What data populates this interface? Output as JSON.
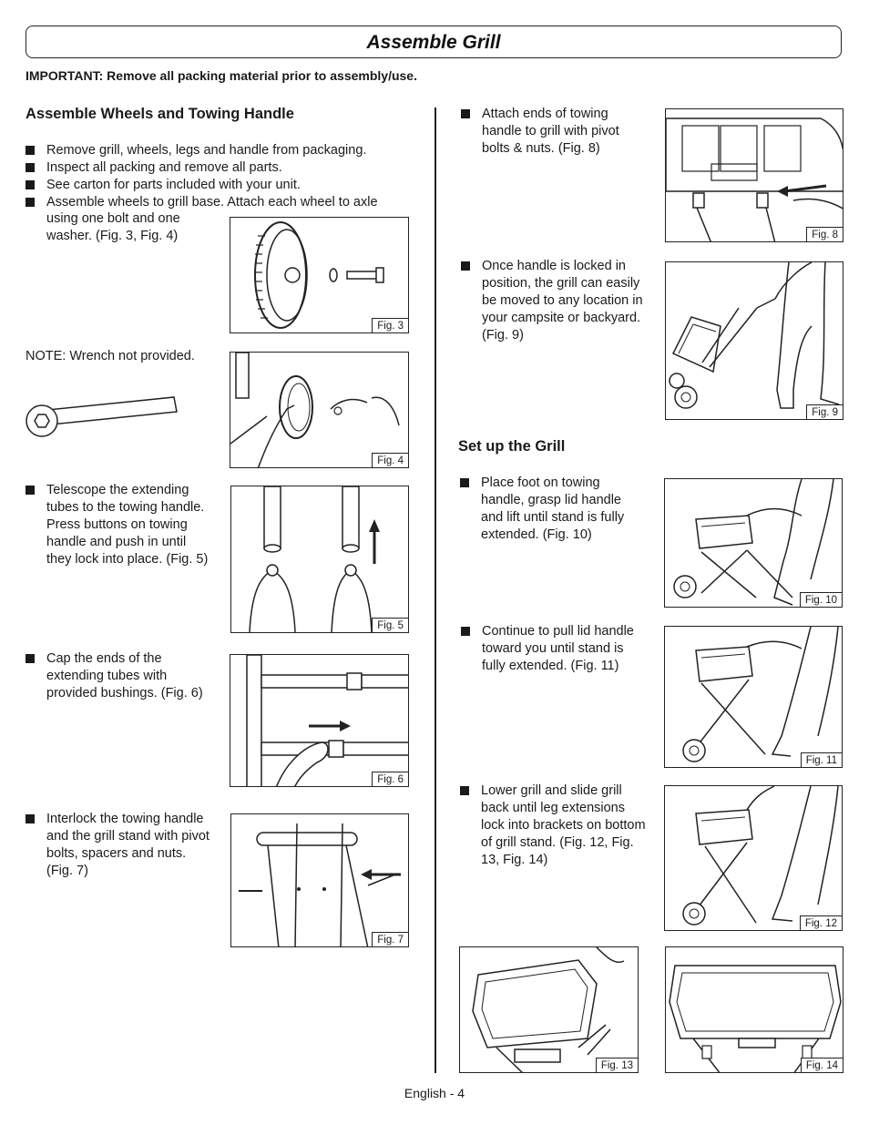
{
  "page": {
    "title": "Assemble Grill",
    "important": "IMPORTANT: Remove all packing material prior to assembly/use.",
    "footer": "English - 4"
  },
  "left": {
    "heading": "Assemble Wheels and Towing Handle",
    "bullets": [
      "Remove grill, wheels, legs and handle from packaging.",
      "Inspect all packing and remove all parts.",
      "See carton for parts included with your unit.",
      "Assemble wheels to grill base. Attach each wheel to axle"
    ],
    "bullet4_cont": "using one bolt and one washer. (Fig. 3, Fig. 4)",
    "note": "NOTE: Wrench not provided.",
    "step_telescope": "Telescope the extending tubes to the towing handle. Press buttons on towing handle and push in until they lock into place. (Fig. 5)",
    "step_cap": "Cap the ends of the extending tubes with provided bushings. (Fig. 6)",
    "step_interlock": "Interlock the towing handle and the grill stand with pivot bolts, spacers and nuts. (Fig. 7)"
  },
  "right": {
    "step_attach": "Attach ends of towing handle to grill with pivot bolts & nuts. (Fig. 8)",
    "step_locked": "Once handle is locked in position, the grill can easily be moved to any location in your campsite or backyard. (Fig. 9)",
    "heading": "Set up the Grill",
    "step_foot": "Place foot on towing handle, grasp lid handle and lift until stand is fully extended. (Fig. 10)",
    "step_pull": "Continue to pull lid handle toward you until stand is fully extended. (Fig. 11)",
    "step_lower": "Lower grill and slide grill back until leg extensions lock into brackets on bottom of grill stand. (Fig. 12, Fig. 13, Fig. 14)"
  },
  "figures": {
    "fig3": "Fig. 3",
    "fig4": "Fig. 4",
    "fig5": "Fig. 5",
    "fig6": "Fig. 6",
    "fig7": "Fig. 7",
    "fig8": "Fig. 8",
    "fig9": "Fig. 9",
    "fig10": "Fig. 10",
    "fig11": "Fig. 11",
    "fig12": "Fig. 12",
    "fig13": "Fig. 13",
    "fig14": "Fig. 14"
  }
}
